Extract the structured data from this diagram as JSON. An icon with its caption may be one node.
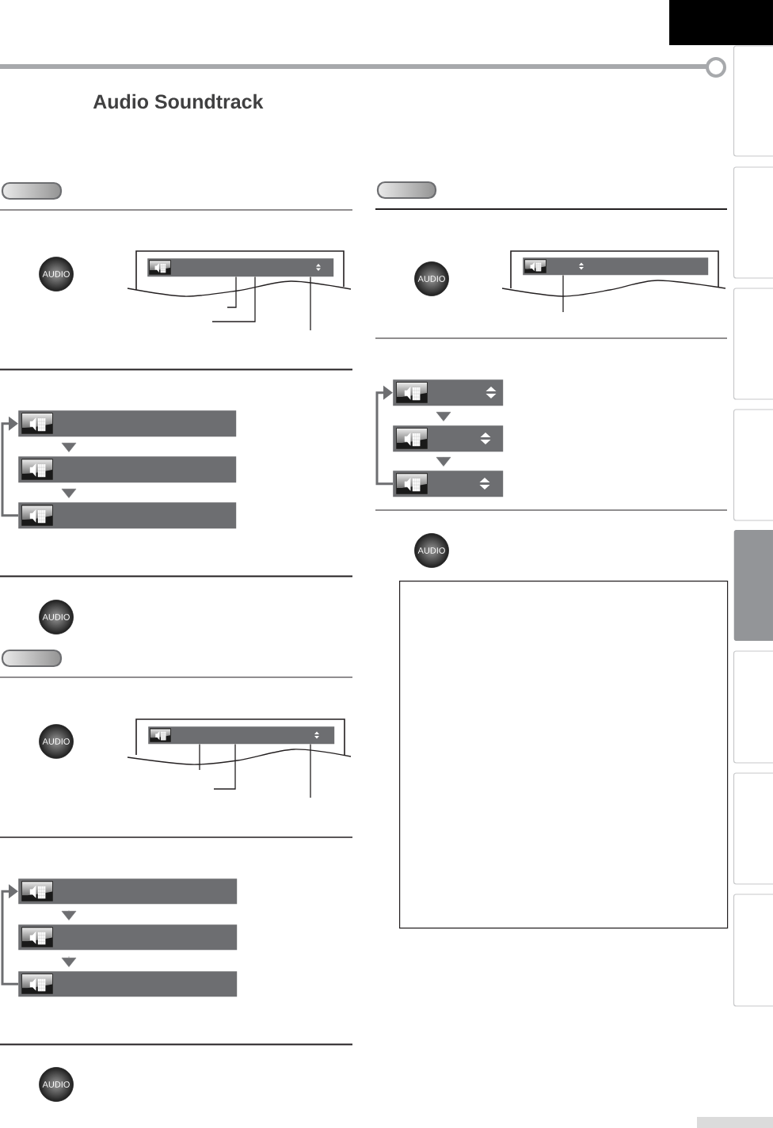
{
  "diagram": {
    "title": "Audio Soundtrack",
    "nodes": [
      {
        "text": [
          "AUDIO"
        ]
      },
      {
        "text": [],
        "shape": "bar"
      },
      {
        "text": [],
        "shape": "bar"
      },
      {
        "text": [],
        "shape": "bar"
      },
      {
        "text": [],
        "shape": "bar"
      },
      {
        "text": [
          "AUDIO"
        ]
      },
      {
        "text": [
          "AUDIO"
        ]
      },
      {
        "text": [],
        "shape": "bar"
      },
      {
        "text": [],
        "shape": "bar"
      },
      {
        "text": [],
        "shape": "bar"
      },
      {
        "text": [],
        "shape": "bar"
      },
      {
        "text": [
          "AUDIO"
        ]
      },
      {
        "text": [
          "AUDIO"
        ]
      },
      {
        "text": [],
        "shape": "bar"
      },
      {
        "text": [],
        "shape": "bar"
      },
      {
        "text": [],
        "shape": "bar"
      },
      {
        "text": [],
        "shape": "bar"
      },
      {
        "text": [
          "AUDIO"
        ]
      },
      {
        "text": [],
        "shape": "box"
      }
    ],
    "edges": [
      {
        "from": null,
        "to": 1,
        "arrow": "none",
        "color": "#231f20"
      },
      {
        "from": null,
        "to": 1,
        "arrow": "none",
        "color": "#231f20"
      },
      {
        "from": null,
        "to": 1,
        "arrow": "none",
        "color": "#231f20"
      },
      {
        "from": 2,
        "to": 3,
        "arrow": "to"
      },
      {
        "from": 3,
        "to": 4,
        "arrow": "to"
      },
      {
        "from": 4,
        "to": 2,
        "arrow": "to"
      },
      {
        "from": null,
        "to": 7,
        "arrow": "none",
        "color": "#231f20"
      },
      {
        "from": null,
        "to": 7,
        "arrow": "none",
        "color": "#231f20"
      },
      {
        "from": null,
        "to": 7,
        "arrow": "none",
        "color": "#231f20"
      },
      {
        "from": 8,
        "to": 9,
        "arrow": "to"
      },
      {
        "from": 9,
        "to": 10,
        "arrow": "to"
      },
      {
        "from": 10,
        "to": 8,
        "arrow": "to"
      },
      {
        "from": null,
        "to": 13,
        "arrow": "none",
        "color": "#231f20"
      },
      {
        "from": 14,
        "to": 15,
        "arrow": "to"
      },
      {
        "from": 15,
        "to": 16,
        "arrow": "to"
      },
      {
        "from": 16,
        "to": 14,
        "arrow": "to"
      }
    ]
  }
}
